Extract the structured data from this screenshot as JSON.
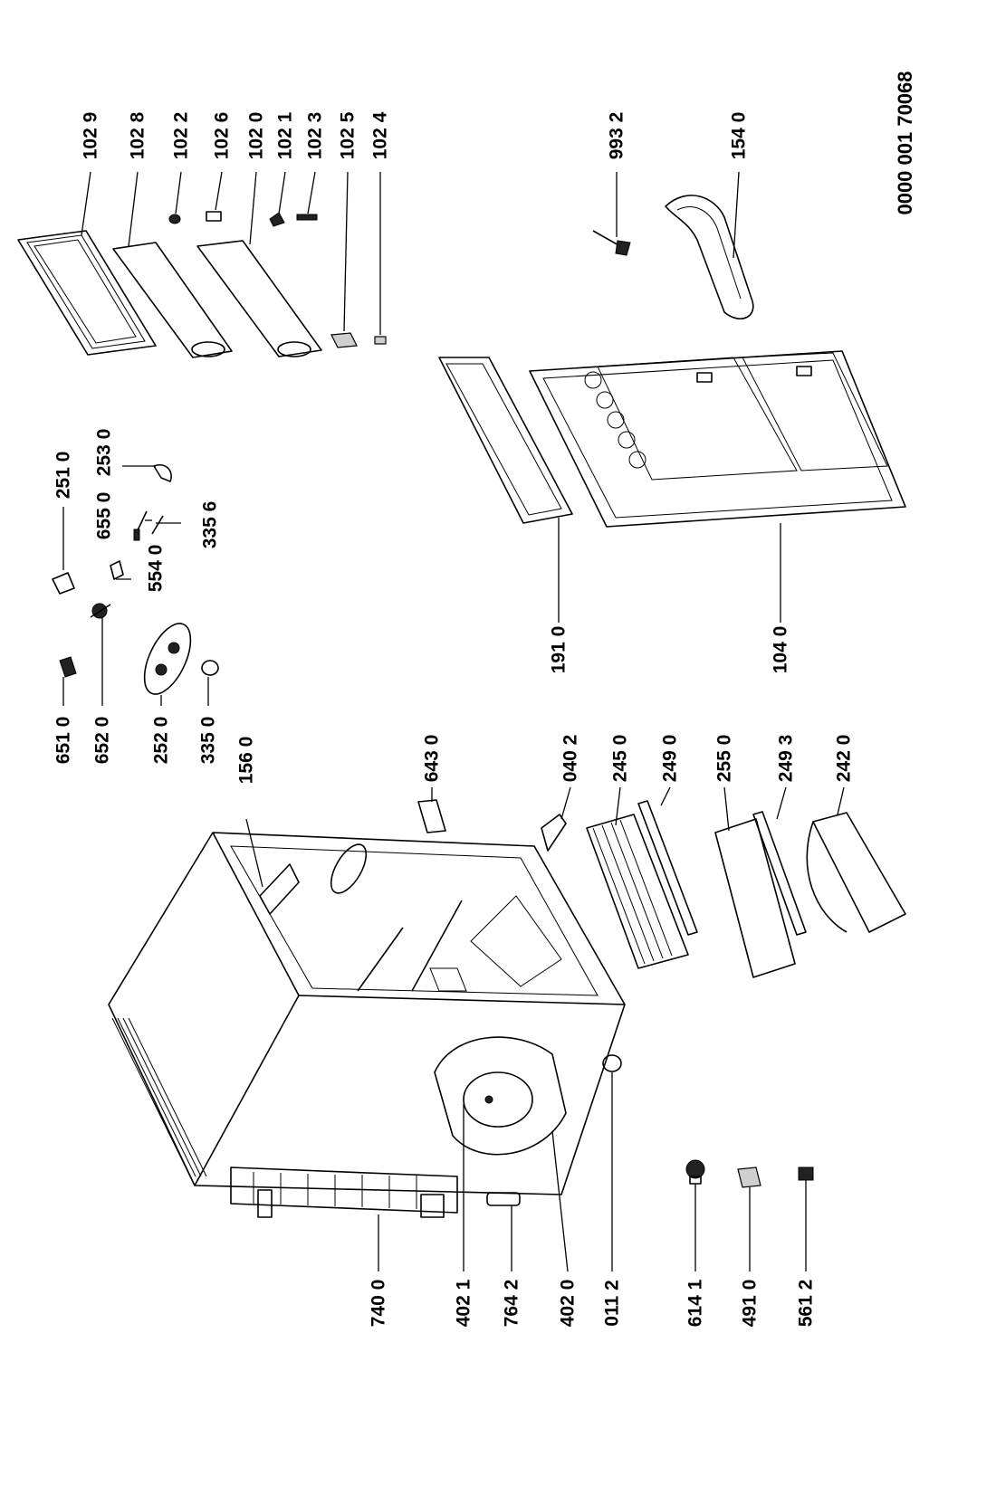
{
  "doc_number": "0000  001 70068",
  "labels": {
    "l1029": "102 9",
    "l1028": "102 8",
    "l1022": "102 2",
    "l1026": "102 6",
    "l1020": "102 0",
    "l1021": "102 1",
    "l1023": "102 3",
    "l1025": "102 5",
    "l1024": "102 4",
    "l9932": "993 2",
    "l1540": "154 0",
    "l2510": "251 0",
    "l2530": "253 0",
    "l6550": "655 0",
    "l3356": "335 6",
    "l5540": "554 0",
    "l6510": "651 0",
    "l6520": "652 0",
    "l2520": "252 0",
    "l3350": "335 0",
    "l1910": "191 0",
    "l1040": "104 0",
    "l1560": "156 0",
    "l6430": "643 0",
    "l0402": "040 2",
    "l2450": "245 0",
    "l2490": "249 0",
    "l2550": "255 0",
    "l2493": "249 3",
    "l2420": "242 0",
    "l7400": "740 0",
    "l4021": "402 1",
    "l7642": "764 2",
    "l4020": "402 0",
    "l0112": "011 2",
    "l6141": "614 1",
    "l4910": "491 0",
    "l5612": "561 2"
  }
}
